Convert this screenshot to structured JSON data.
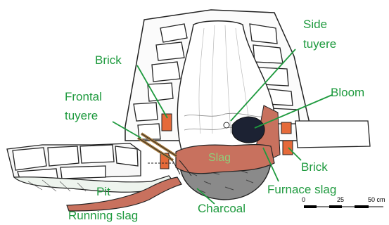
{
  "diagram": {
    "labels": {
      "side_tuyere": [
        "Side",
        "tuyere"
      ],
      "brick_left": "Brick",
      "frontal_tuyere": [
        "Frontal",
        "tuyere"
      ],
      "bloom": "Bloom",
      "slag": "Slag",
      "brick_right": "Brick",
      "furnace_slag": "Furnace slag",
      "pit": "Pit",
      "charcoal": "Charcoal",
      "running_slag": "Running slag"
    },
    "scale_bar": {
      "ticks": [
        "0",
        "25",
        "50 cm"
      ]
    },
    "colors": {
      "label_green": "#1e9a3e",
      "slag_red": "#c8715e",
      "bloom_dark": "#1c2233",
      "charcoal_gray": "#8a8a8a",
      "brick_orange": "#e56a3a"
    }
  }
}
